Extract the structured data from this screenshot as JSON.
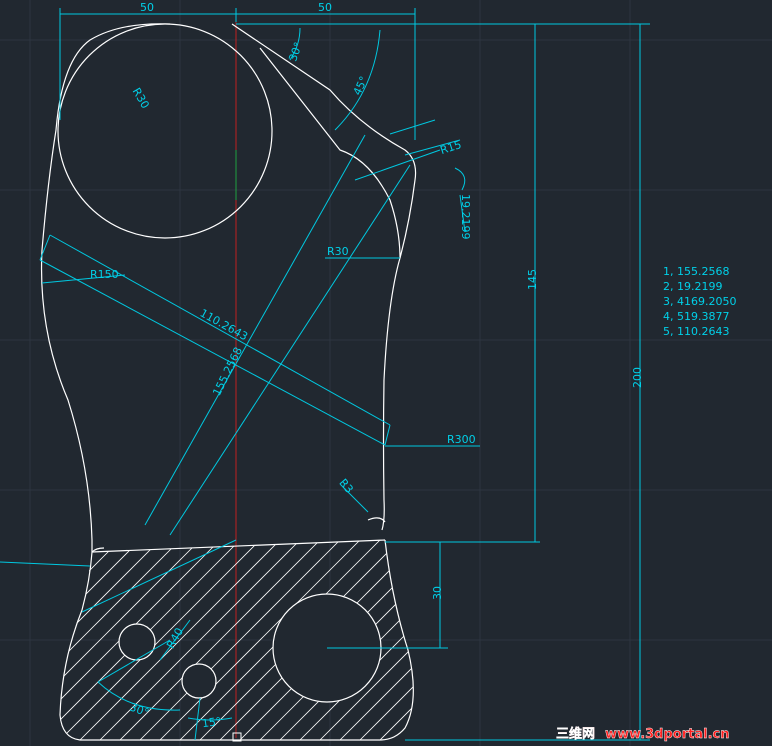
{
  "dimensions": {
    "top_left_width": "50",
    "top_right_width": "50",
    "angle_30_top": "30°",
    "angle_45": "45°",
    "r15": "R15",
    "dim_19": "19.2199",
    "r30_top": "R30",
    "r30_mid": "R30",
    "r150": "R150",
    "dim_110": "110.2643",
    "dim_155": "155.2568",
    "height_145": "145",
    "height_200": "200",
    "r300": "R300",
    "r3": "R3",
    "height_30": "30",
    "r40": "R40",
    "angle_30_bottom": "30°",
    "angle_15": "15°"
  },
  "results": [
    "1,  155.2568",
    "2,  19.2199",
    "3,  4169.2050",
    "4,  519.3877",
    "5,  110.2643"
  ],
  "watermark": {
    "cn": "三维网",
    "url": "www.3dportal.cn"
  },
  "colors": {
    "background": "#212830",
    "dimension": "#00c8e0",
    "geometry": "#ffffff",
    "watermark_red": "#ff2020"
  }
}
